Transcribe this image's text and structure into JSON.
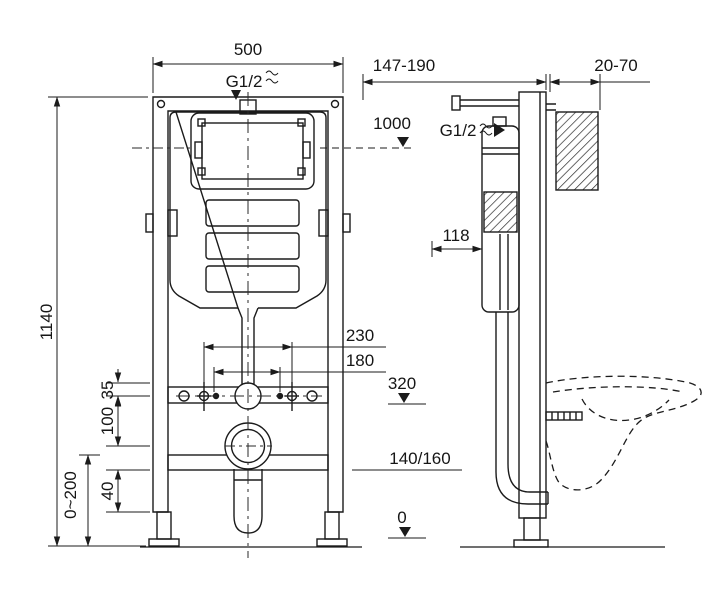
{
  "drawing": {
    "front": {
      "width": "500",
      "inlet": "G1/2",
      "height": "1140",
      "level_1000": "1000",
      "bolt_spacing": "230",
      "inner_spacing": "180",
      "dim_35": "35",
      "dim_100": "100",
      "dim_40": "40",
      "foot_range": "0~200",
      "level_320": "320",
      "outlet_size": "140/160",
      "level_0": "0"
    },
    "side": {
      "depth_range": "147-190",
      "wall_gap": "20-70",
      "inlet": "G1/2",
      "dim_118": "118"
    }
  }
}
